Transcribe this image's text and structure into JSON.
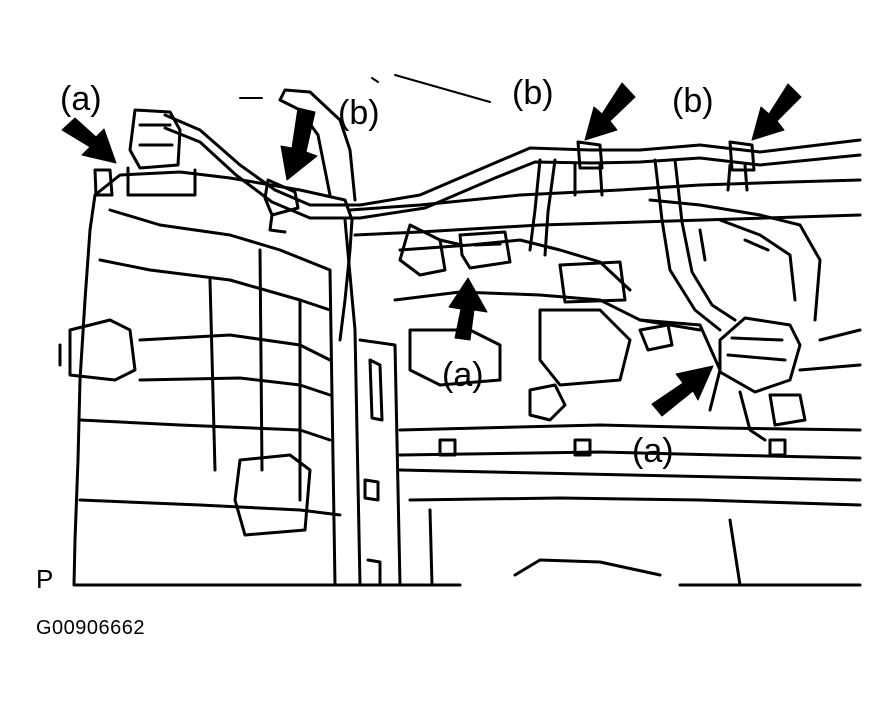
{
  "labels": {
    "a_top_left": "(a)",
    "b_top_left": "(b)",
    "b_top_center": "(b)",
    "b_top_right": "(b)",
    "a_center": "(a)",
    "a_right": "(a)"
  },
  "view_letter": "P",
  "figure_id": "G00906662"
}
